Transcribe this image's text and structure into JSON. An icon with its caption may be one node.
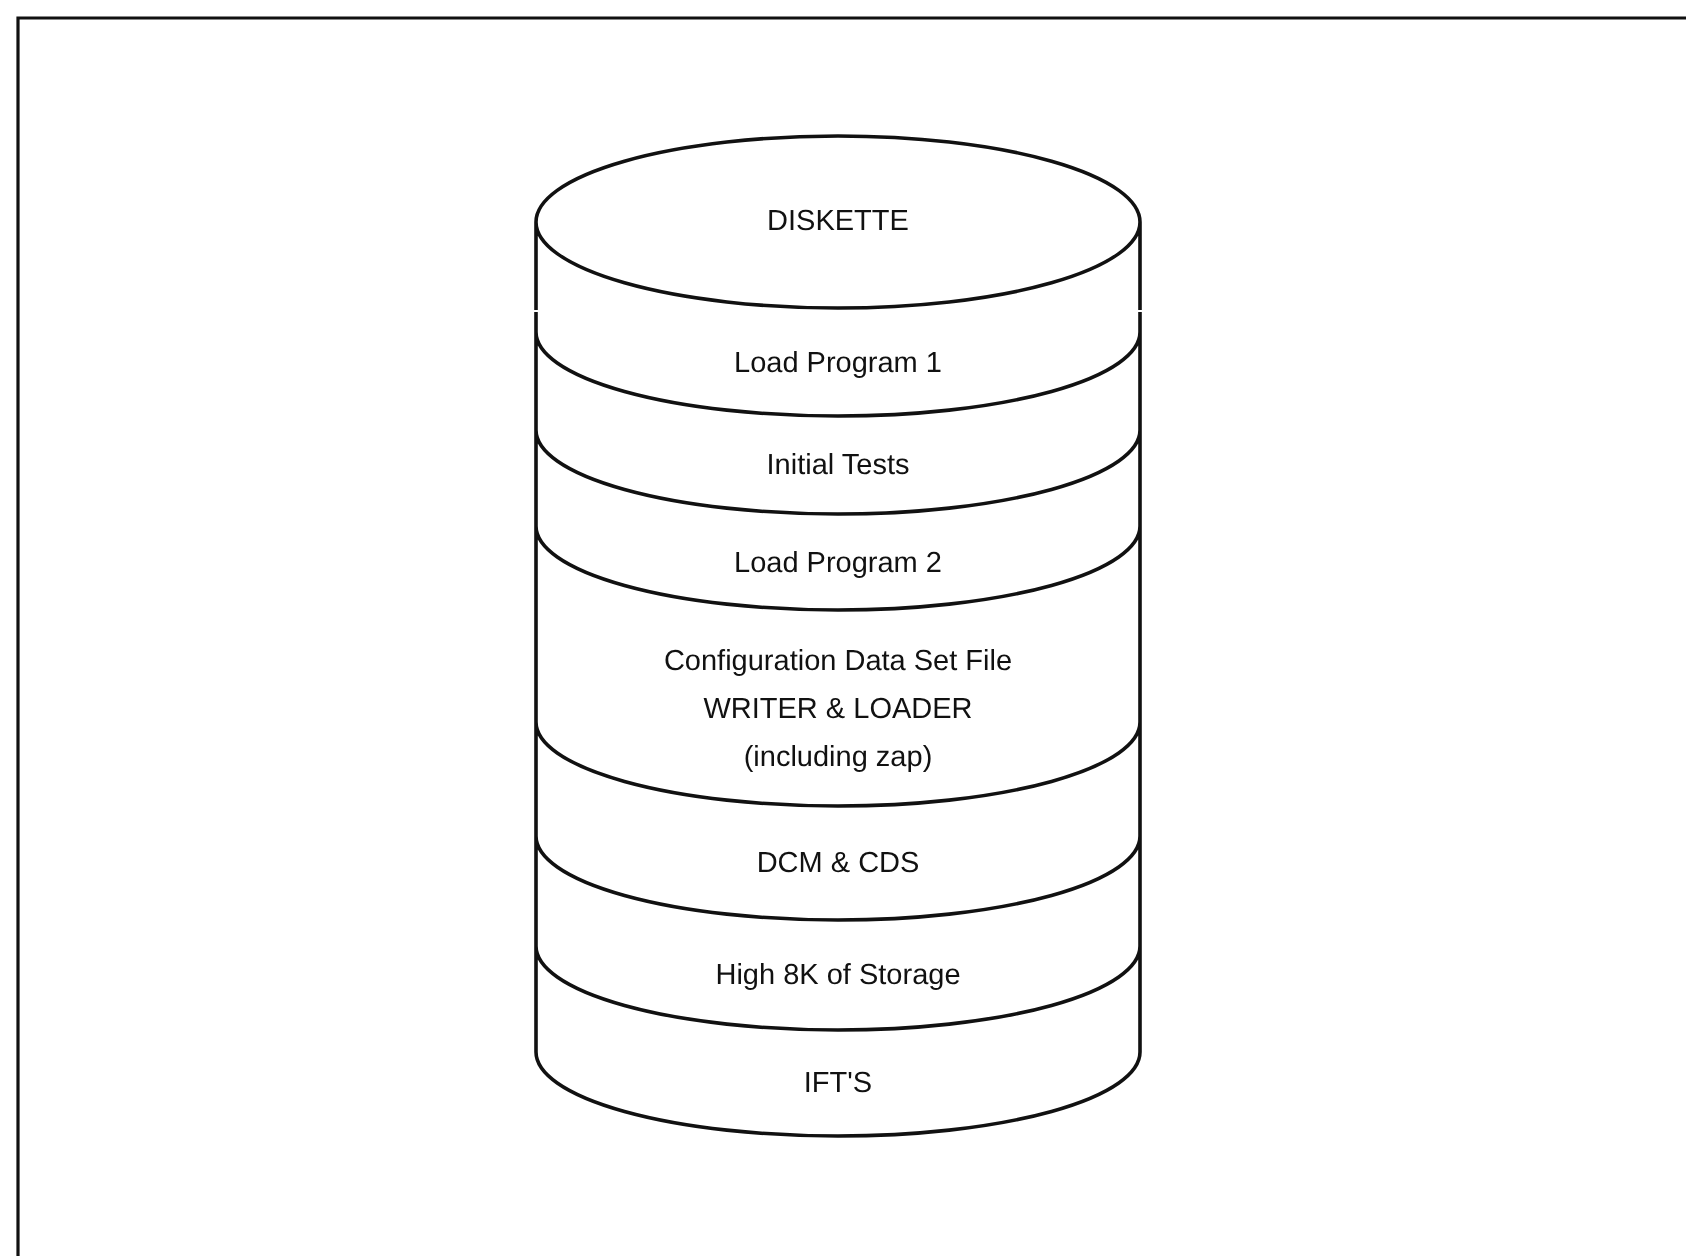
{
  "diagram": {
    "nodes": [
      {
        "text": [
          "DISKETTE"
        ]
      },
      {
        "text": [
          "Load Program 1"
        ]
      },
      {
        "text": [
          "Initial Tests"
        ]
      },
      {
        "text": [
          "Load Program 2"
        ]
      },
      {
        "text": [
          "Configuration Data Set File WRITER & LOADER (including zap)"
        ]
      },
      {
        "text": [
          "DCM & CDS"
        ]
      },
      {
        "text": [
          "High 8K of Storage"
        ]
      },
      {
        "text": [
          "IFT'S"
        ]
      }
    ]
  }
}
